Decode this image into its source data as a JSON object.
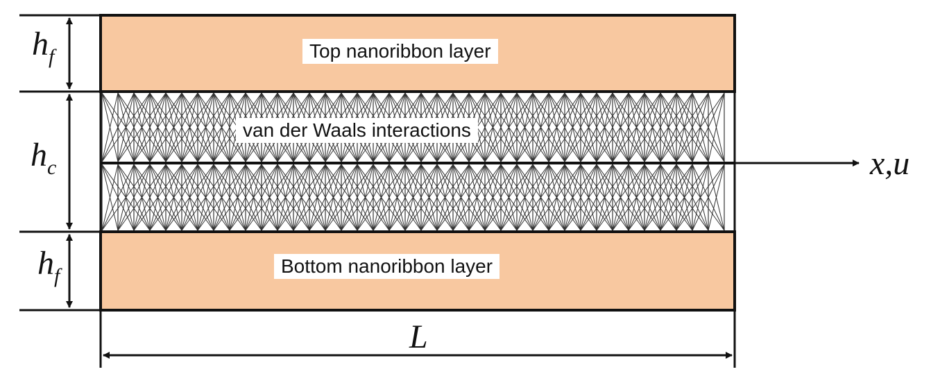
{
  "layers": {
    "top_label": "Top nanoribbon layer",
    "middle_label": "van der Waals interactions",
    "bottom_label": "Bottom nanoribbon layer"
  },
  "dimensions": {
    "top_thickness": {
      "base": "h",
      "sub": "f"
    },
    "core_thickness": {
      "base": "h",
      "sub": "c"
    },
    "bottom_thickness": {
      "base": "h",
      "sub": "f"
    },
    "length": "L"
  },
  "axis": {
    "label": "x,u"
  },
  "colors": {
    "layer_fill": "#F8C8A0",
    "outline": "#111111",
    "lattice": "#333333"
  }
}
